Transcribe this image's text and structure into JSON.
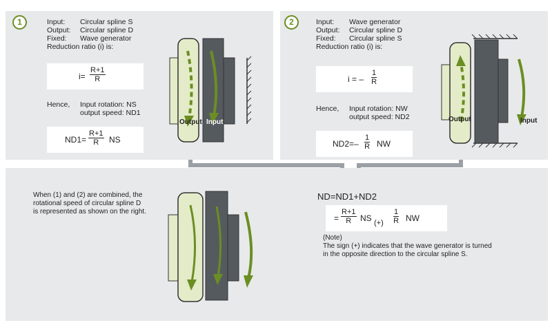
{
  "colors": {
    "panel": "#e8e9eb",
    "green": "#6b8e23",
    "light_green": "#e4ebc8",
    "dark_gray": "#555a5f",
    "arrow_gray": "#9aa0a5"
  },
  "panel1": {
    "number": "1",
    "input_key": "Input:",
    "input_val": "Circular spline S",
    "output_key": "Output:",
    "output_val": "Circular spline D",
    "fixed_key": "Fixed:",
    "fixed_val": "Wave generator",
    "ratio_text": "Reduction ratio (i) is:",
    "formula_i": "i=",
    "formula_num": "R+1",
    "formula_den": "R",
    "hence": "Hence,",
    "rot_text": "Input rotation: NS",
    "speed_text": "output speed: ND1",
    "nd_lhs": "ND1=",
    "nd_num": "R+1",
    "nd_den": "R",
    "nd_rhs": "NS",
    "label_output": "Output",
    "label_input": "Input"
  },
  "panel2": {
    "number": "2",
    "input_key": "Input:",
    "input_val": "Wave generator",
    "output_key": "Output:",
    "output_val": "Circular spline D",
    "fixed_key": "Fixed:",
    "fixed_val": "Circular spline S",
    "ratio_text": "Reduction ratio (i) is:",
    "formula_i": "i = –",
    "formula_num": "1",
    "formula_den": "R",
    "hence": "Hence,",
    "rot_text": "Input rotation: NW",
    "speed_text": "output speed: ND2",
    "nd_lhs": "ND2=–",
    "nd_num": "1",
    "nd_den": "R",
    "nd_rhs": "NW",
    "label_output": "Output",
    "label_input": "Input"
  },
  "panel3": {
    "text_line1": "When (1) and (2) are combined, the",
    "text_line2": "rotational speed of circular spline D",
    "text_line3": "is represented as shown on the right.",
    "eq_main": "ND=ND1+ND2",
    "eq_eq": "=",
    "eq_frac1_num": "R+1",
    "eq_frac1_den": "R",
    "eq_ns": "NS",
    "eq_plus": "(+)",
    "eq_frac2_num": "1",
    "eq_frac2_den": "R",
    "eq_nw": "NW",
    "note_title": "(Note)",
    "note_line1": "The sign (+) indicates that the wave generator is turned",
    "note_line2": "in the opposite direction to the circular spline S."
  }
}
